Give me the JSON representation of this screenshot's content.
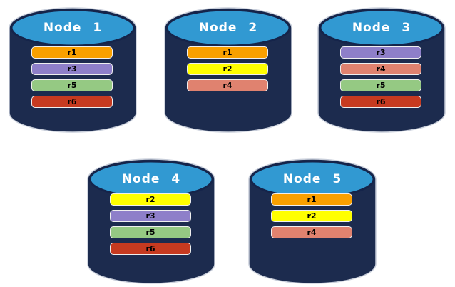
{
  "diagram": {
    "description": "Five database node cylinders holding replicated partitions",
    "colors": {
      "background": "#ffffff",
      "cylinder_body": "#1c2b4e",
      "cylinder_top": "#3199d2",
      "cylinder_top_border": "#15244a",
      "cylinder_outline": "#c8ceda",
      "bar_border": "#efefef",
      "title_text": "#ffffff",
      "bar_text": "#000000"
    },
    "replica_colors": {
      "r1": "#f9a000",
      "r2": "#ffff00",
      "r3": "#8e7fc9",
      "r4": "#e0826f",
      "r5": "#95c983",
      "r6": "#c63a20"
    },
    "nodes": [
      {
        "title": "Node 1",
        "replicas": [
          "r1",
          "r3",
          "r5",
          "r6"
        ]
      },
      {
        "title": "Node 2",
        "replicas": [
          "r1",
          "r2",
          "r4"
        ]
      },
      {
        "title": "Node 3",
        "replicas": [
          "r3",
          "r4",
          "r5",
          "r6"
        ]
      },
      {
        "title": "Node 4",
        "replicas": [
          "r2",
          "r3",
          "r5",
          "r6"
        ]
      },
      {
        "title": "Node 5",
        "replicas": [
          "r1",
          "r2",
          "r4"
        ]
      }
    ]
  }
}
